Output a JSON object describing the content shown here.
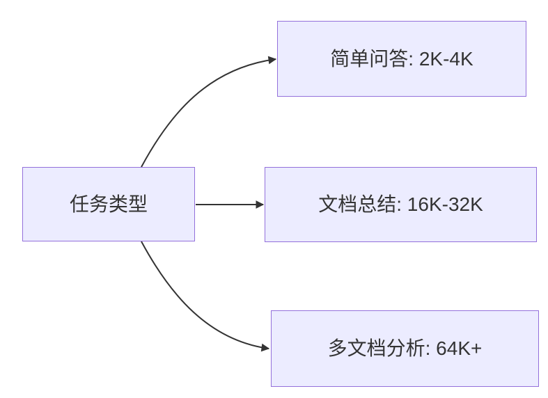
{
  "diagram": {
    "type": "flowchart-LR",
    "nodes": [
      {
        "id": "root",
        "label": "任务类型"
      },
      {
        "id": "qa",
        "label": "简单问答: 2K-4K"
      },
      {
        "id": "summary",
        "label": "文档总结: 16K-32K"
      },
      {
        "id": "multi",
        "label": "多文档分析: 64K+"
      }
    ],
    "edges": [
      {
        "from": "任务类型",
        "to": "简单问答: 2K-4K"
      },
      {
        "from": "任务类型",
        "to": "文档总结: 16K-32K"
      },
      {
        "from": "任务类型",
        "to": "多文档分析: 64K+"
      }
    ],
    "colors": {
      "node_fill": "#ECECFF",
      "node_border": "#9370DB",
      "edge": "#333333",
      "text": "#333333",
      "background": "#FFFFFF"
    }
  }
}
